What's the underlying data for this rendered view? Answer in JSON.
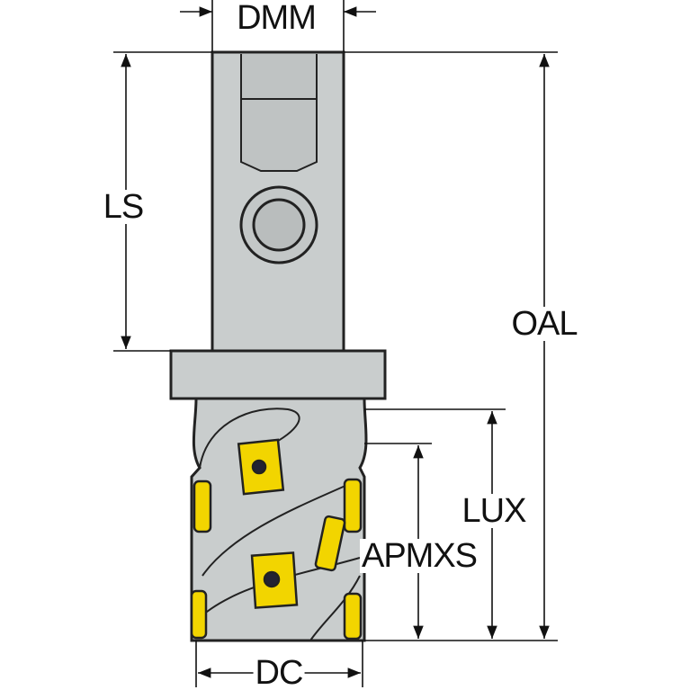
{
  "title": "Milling cutter dimension drawing",
  "labels": {
    "dmm": "DMM",
    "ls": "LS",
    "oal": "OAL",
    "lux": "LUX",
    "apmxs": "APMXS",
    "dc": "DC"
  },
  "colors": {
    "body": "#c9cdcd",
    "insert": "#f2d500",
    "outline": "#222222"
  }
}
